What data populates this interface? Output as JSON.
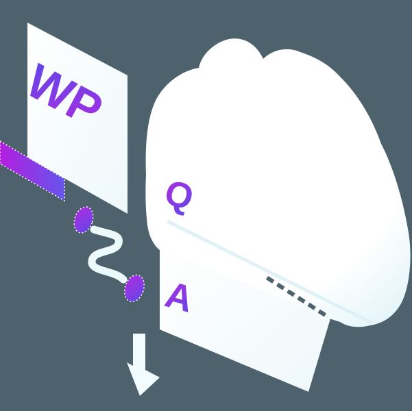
{
  "illustration": {
    "wp_card_label": "WP",
    "cloud_q_label": "Q",
    "answer_card_label": "A"
  },
  "colors": {
    "background": "#4d626c",
    "white": "#ffffff",
    "card_tint": "#eef8fb",
    "cloud_edge_tint": "#e7f6fa",
    "seam_tint": "#ddf1f7",
    "squiggle_white": "#edfafc",
    "arrow_white": "#f2fbfd",
    "magenta": "#b12be0",
    "violet": "#5f49e6",
    "blue_violet": "#5a49e8",
    "bar_magenta": "#b21fdf",
    "bar_indigo": "#6655ec"
  }
}
